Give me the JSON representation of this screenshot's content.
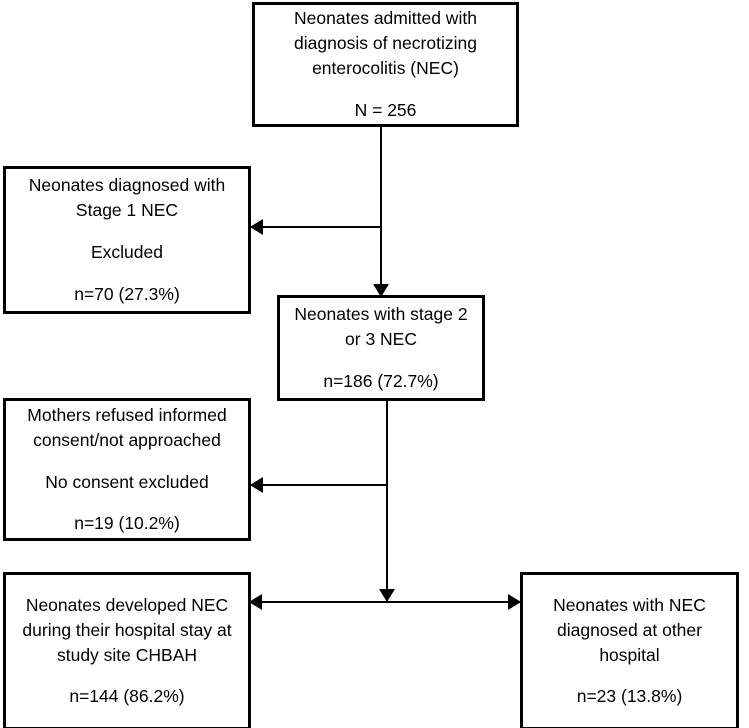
{
  "figure": {
    "type": "flowchart",
    "title": "NEC study participant flow diagram",
    "orientation": "top-to-bottom"
  },
  "nodes": {
    "admitted": {
      "lines": [
        "Neonates admitted with diagnosis of necrotizing enterocolitis (NEC)",
        "N = 256"
      ],
      "count": 256,
      "count_label": "N = 256"
    },
    "stage1_excluded": {
      "lines": [
        "Neonates diagnosed with Stage 1 NEC",
        "Excluded",
        "n=70 (27.3%)"
      ],
      "count": 70,
      "percent": "27.3%",
      "count_label": "n=70 (27.3%)"
    },
    "stage23": {
      "lines": [
        "Neonates with stage 2 or 3 NEC",
        "n=186 (72.7%)"
      ],
      "count": 186,
      "percent": "72.7%",
      "count_label": "n=186 (72.7%)"
    },
    "no_consent": {
      "lines": [
        "Mothers refused informed consent/not approached",
        "No consent excluded",
        "n=19 (10.2%)"
      ],
      "count": 19,
      "percent": "10.2%",
      "count_label": "n=19 (10.2%)"
    },
    "chbah": {
      "lines": [
        "Neonates developed NEC during their hospital stay at study site CHBAH",
        "n=144 (86.2%)"
      ],
      "count": 144,
      "percent": "86.2%",
      "count_label": "n=144 (86.2%)"
    },
    "other_hospital": {
      "lines": [
        "Neonates with NEC diagnosed at other hospital",
        "n=23 (13.8%)"
      ],
      "count": 23,
      "percent": "13.8%",
      "count_label": "n=23 (13.8%)"
    }
  },
  "connectors": [
    {
      "name": "admitted-to-stage23",
      "from": "admitted",
      "to": "stage23",
      "arrow": "down"
    },
    {
      "name": "admitted-to-stage1-excluded",
      "from": "admitted",
      "to": "stage1_excluded",
      "arrow": "left"
    },
    {
      "name": "stage23-to-bottom",
      "from": "stage23",
      "to": "chbah-other-split",
      "arrow": "down"
    },
    {
      "name": "stage23-to-no-consent",
      "from": "stage23",
      "to": "no_consent",
      "arrow": "left"
    },
    {
      "name": "split-to-chbah-and-other",
      "from": "chbah",
      "to": "other_hospital",
      "arrow": "double"
    }
  ],
  "colors": {
    "border": "#000000",
    "text": "#000000",
    "background": "#ffffff",
    "connector": "#000000"
  }
}
